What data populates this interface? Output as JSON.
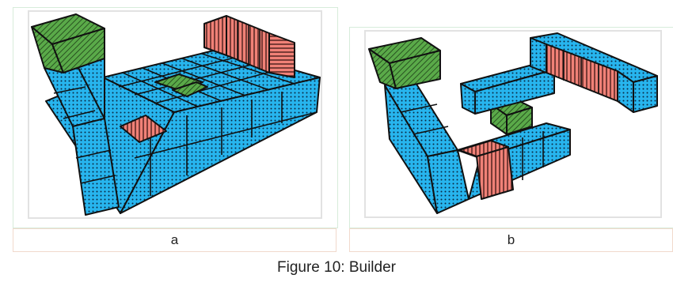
{
  "figure": {
    "caption": "Figure 10: Builder",
    "panels": [
      {
        "label": "a"
      },
      {
        "label": "b"
      }
    ]
  },
  "colors": {
    "blue": "#27b5ee",
    "green": "#5aaa49",
    "red": "#f08177",
    "frame_border": "#d7ecda",
    "label_border": "#f1d9cc"
  }
}
